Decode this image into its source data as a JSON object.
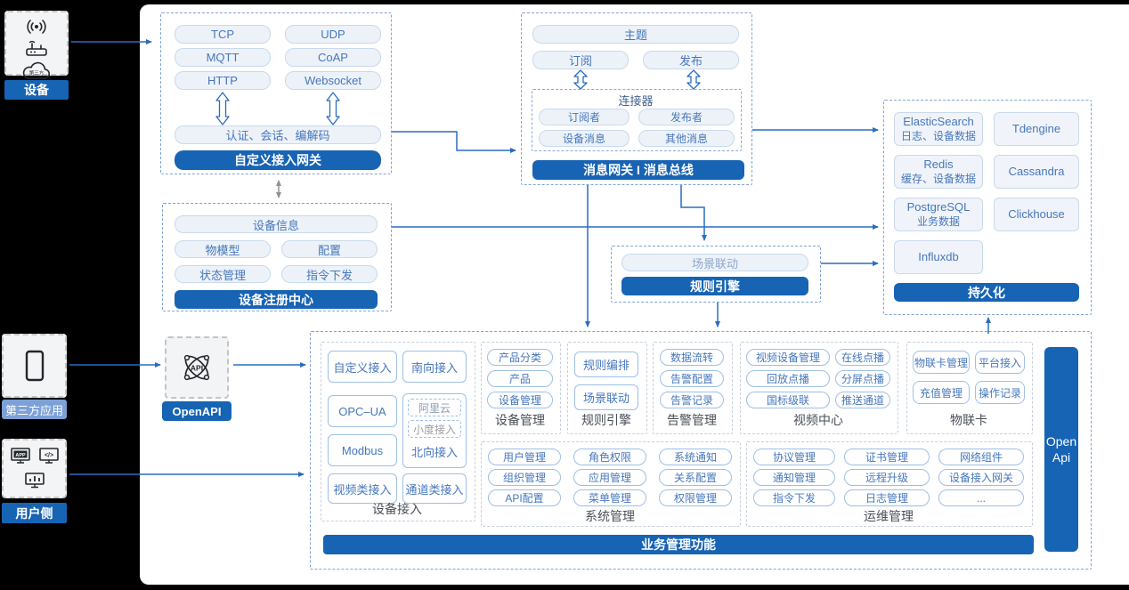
{
  "palette": {
    "brand_blue": "#1763b4",
    "light_blue_label": "#7da1d6",
    "arrow_blue": "#2a6cc0",
    "pill_text": "#4677bc"
  },
  "left_rail": {
    "device": {
      "label": "设备",
      "cloud_text": "第三方"
    },
    "third_party": {
      "label": "第三方应用"
    },
    "user_side": {
      "label": "用户侧",
      "app_text": "APP",
      "code_text": "</>"
    }
  },
  "gateway": {
    "pills": [
      "TCP",
      "UDP",
      "MQTT",
      "CoAP",
      "HTTP",
      "Websocket"
    ],
    "wide_pill": "认证、会话、编解码",
    "title": "自定义接入网关"
  },
  "message_bus": {
    "topic": "主题",
    "subscribe": "订阅",
    "publish": "发布",
    "connector": {
      "title": "连接器",
      "pills": [
        "订阅者",
        "发布者",
        "设备消息",
        "其他消息"
      ]
    },
    "title": "消息网关 I 消息总线"
  },
  "registry": {
    "wide_pill": "设备信息",
    "pills": [
      "物模型",
      "配置",
      "状态管理",
      "指令下发"
    ],
    "title": "设备注册中心"
  },
  "rule_engine": {
    "pill": "场景联动",
    "title": "规则引擎"
  },
  "persistence": {
    "cells": [
      {
        "line1": "ElasticSearch",
        "line2": "日志、设备数据"
      },
      {
        "line1": "Tdengine",
        "line2": ""
      },
      {
        "line1": "Redis",
        "line2": "缓存、设备数据"
      },
      {
        "line1": "Cassandra",
        "line2": ""
      },
      {
        "line1": "PostgreSQL",
        "line2": "业务数据"
      },
      {
        "line1": "Clickhouse",
        "line2": ""
      },
      {
        "line1": "Influxdb",
        "line2": ""
      }
    ],
    "title": "持久化"
  },
  "openapi": {
    "label": "OpenAPI",
    "icon_text": "API"
  },
  "business": {
    "title": "业务管理功能",
    "open_api_bar": {
      "line1": "Open",
      "line2": "Api"
    },
    "device_access": {
      "label": "设备接入",
      "pills": [
        "自定义接入",
        "南向接入",
        "OPC–UA",
        "Modbus",
        "视频类接入",
        "通道类接入"
      ],
      "composite": {
        "dashed": [
          "阿里云",
          "小度接入"
        ],
        "caption": "北向接入"
      }
    },
    "device_mgmt": {
      "label": "设备管理",
      "pills": [
        "产品分类",
        "产品",
        "设备管理"
      ]
    },
    "rule": {
      "label": "规则引擎",
      "pills": [
        "规则编排",
        "场景联动"
      ]
    },
    "alarm": {
      "label": "告警管理",
      "pills": [
        "数据流转",
        "告警配置",
        "告警记录"
      ]
    },
    "video": {
      "label": "视频中心",
      "pills": [
        "视频设备管理",
        "在线点播",
        "回放点播",
        "分屏点播",
        "国标级联",
        "推送通道"
      ]
    },
    "iot_card": {
      "label": "物联卡",
      "pills": [
        "物联卡管理",
        "平台接入",
        "充值管理",
        "操作记录"
      ]
    },
    "system": {
      "label": "系统管理",
      "pills": [
        "用户管理",
        "角色权限",
        "系统通知",
        "组织管理",
        "应用管理",
        "关系配置",
        "API配置",
        "菜单管理",
        "权限管理"
      ]
    },
    "ops": {
      "label": "运维管理",
      "pills": [
        "协议管理",
        "证书管理",
        "网络组件",
        "通知管理",
        "远程升级",
        "设备接入网关",
        "指令下发",
        "日志管理",
        "..."
      ]
    }
  }
}
